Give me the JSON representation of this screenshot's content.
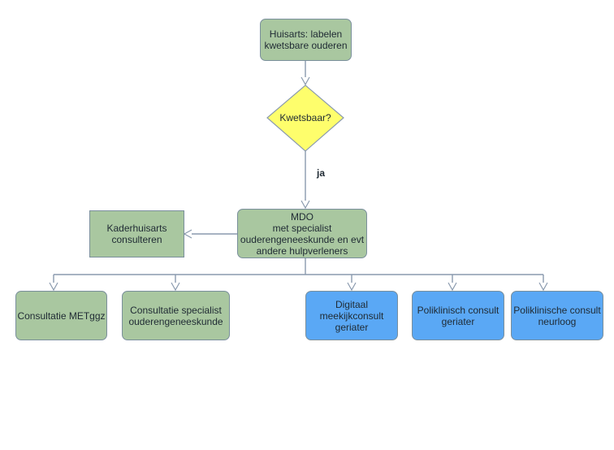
{
  "colors": {
    "process_green": "#a9c7a0",
    "option_blue": "#5aa8f5",
    "decision_yellow": "#fefe6c",
    "connector": "#8a9aae"
  },
  "nodes": {
    "start": "Huisarts: labelen\nkwetsbare ouderen",
    "decision": "Kwetsbaar?",
    "mdo": "MDO\nmet specialist\nouderengeneeskunde en evt\nandere hulpverleners",
    "kaderhuisarts": "Kaderhuisarts\nconsulteren",
    "metggz": "Consultatie METggz",
    "specialist": "Consultatie specialist\nouderengeneeskunde",
    "digitaal": "Digitaal\nmeekijkconsult\ngeriater",
    "poli_geriater": "Poliklinisch consult\ngeriater",
    "poli_neuroloog": "Poliklinische consult\nneurloog"
  },
  "edge_labels": {
    "yes": "ja"
  }
}
